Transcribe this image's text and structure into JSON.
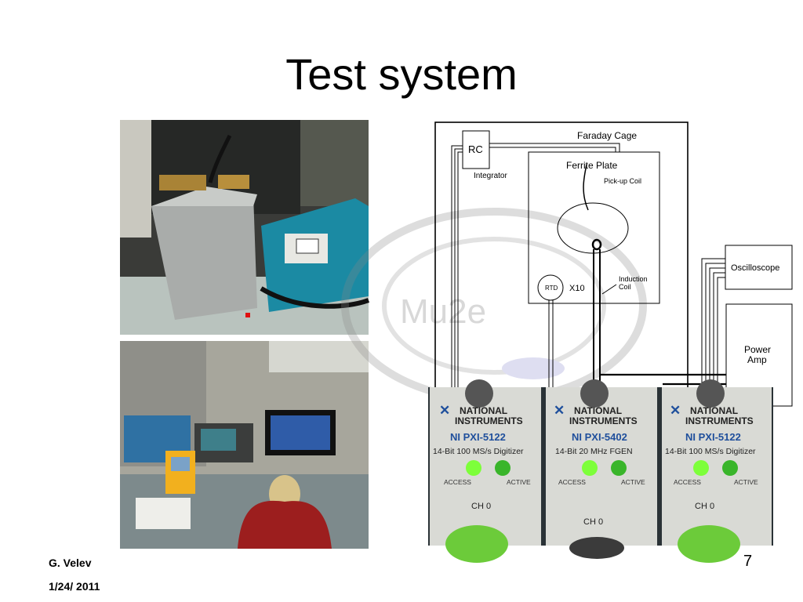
{
  "slide": {
    "title": "Test system",
    "author": "G. Velev",
    "date": "1/24/ 2011",
    "page_number": "7"
  },
  "diagram": {
    "faraday_cage": "Faraday Cage",
    "rc": "RC",
    "integrator": "Integrator",
    "ferrite_plate": "Ferrite Plate",
    "pickup_coil": "Pick-up Coil",
    "rtd": "RTD",
    "x10": "X10",
    "induction_coil_1": "Induction",
    "induction_coil_2": "Coil",
    "oscilloscope": "Oscilloscope",
    "power_amp_1": "Power",
    "power_amp_2": "Amp"
  },
  "watermark": {
    "text": "Mu2e"
  },
  "ni_modules": [
    {
      "brand_1": "NATIONAL",
      "brand_2": "INSTRUMENTS",
      "model": "NI PXI-5122",
      "desc": "14-Bit 100 MS/s Digitizer",
      "led1": "ACCESS",
      "led2": "ACTIVE",
      "ch": "CH 0"
    },
    {
      "brand_1": "NATIONAL",
      "brand_2": "INSTRUMENTS",
      "model": "NI PXI-5402",
      "desc": "14-Bit 20 MHz FGEN",
      "led1": "ACCESS",
      "led2": "ACTIVE",
      "ch": "CH 0"
    },
    {
      "brand_1": "NATIONAL",
      "brand_2": "INSTRUMENTS",
      "model": "NI PXI-5122",
      "desc": "14-Bit 100 MS/s Digitizer",
      "led1": "ACCESS",
      "led2": "ACTIVE",
      "ch": "CH 0"
    }
  ],
  "colors": {
    "ni_blue": "#1f4f9c",
    "led_green": "#7dff3a",
    "panel_grey": "#d9dad5"
  }
}
